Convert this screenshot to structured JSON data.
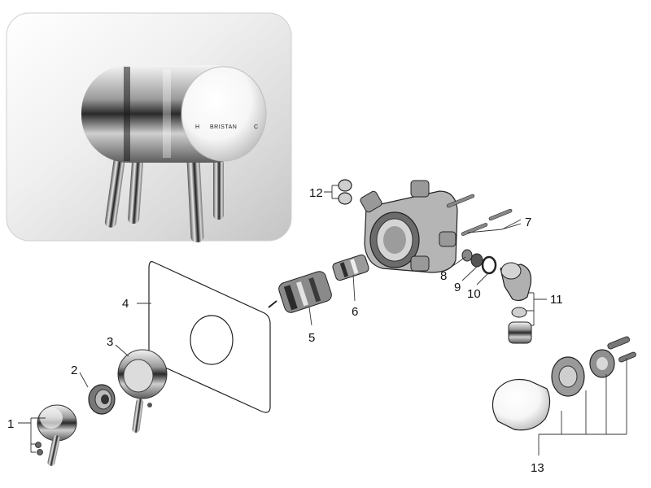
{
  "product": {
    "brand_text": "BRISTAN",
    "hot_mark": "H",
    "cold_mark": "C"
  },
  "callouts": [
    {
      "label": "1"
    },
    {
      "label": "2"
    },
    {
      "label": "3"
    },
    {
      "label": "4"
    },
    {
      "label": "5"
    },
    {
      "label": "6"
    },
    {
      "label": "7"
    },
    {
      "label": "8"
    },
    {
      "label": "9"
    },
    {
      "label": "10"
    },
    {
      "label": "11"
    },
    {
      "label": "12"
    },
    {
      "label": "13"
    }
  ]
}
